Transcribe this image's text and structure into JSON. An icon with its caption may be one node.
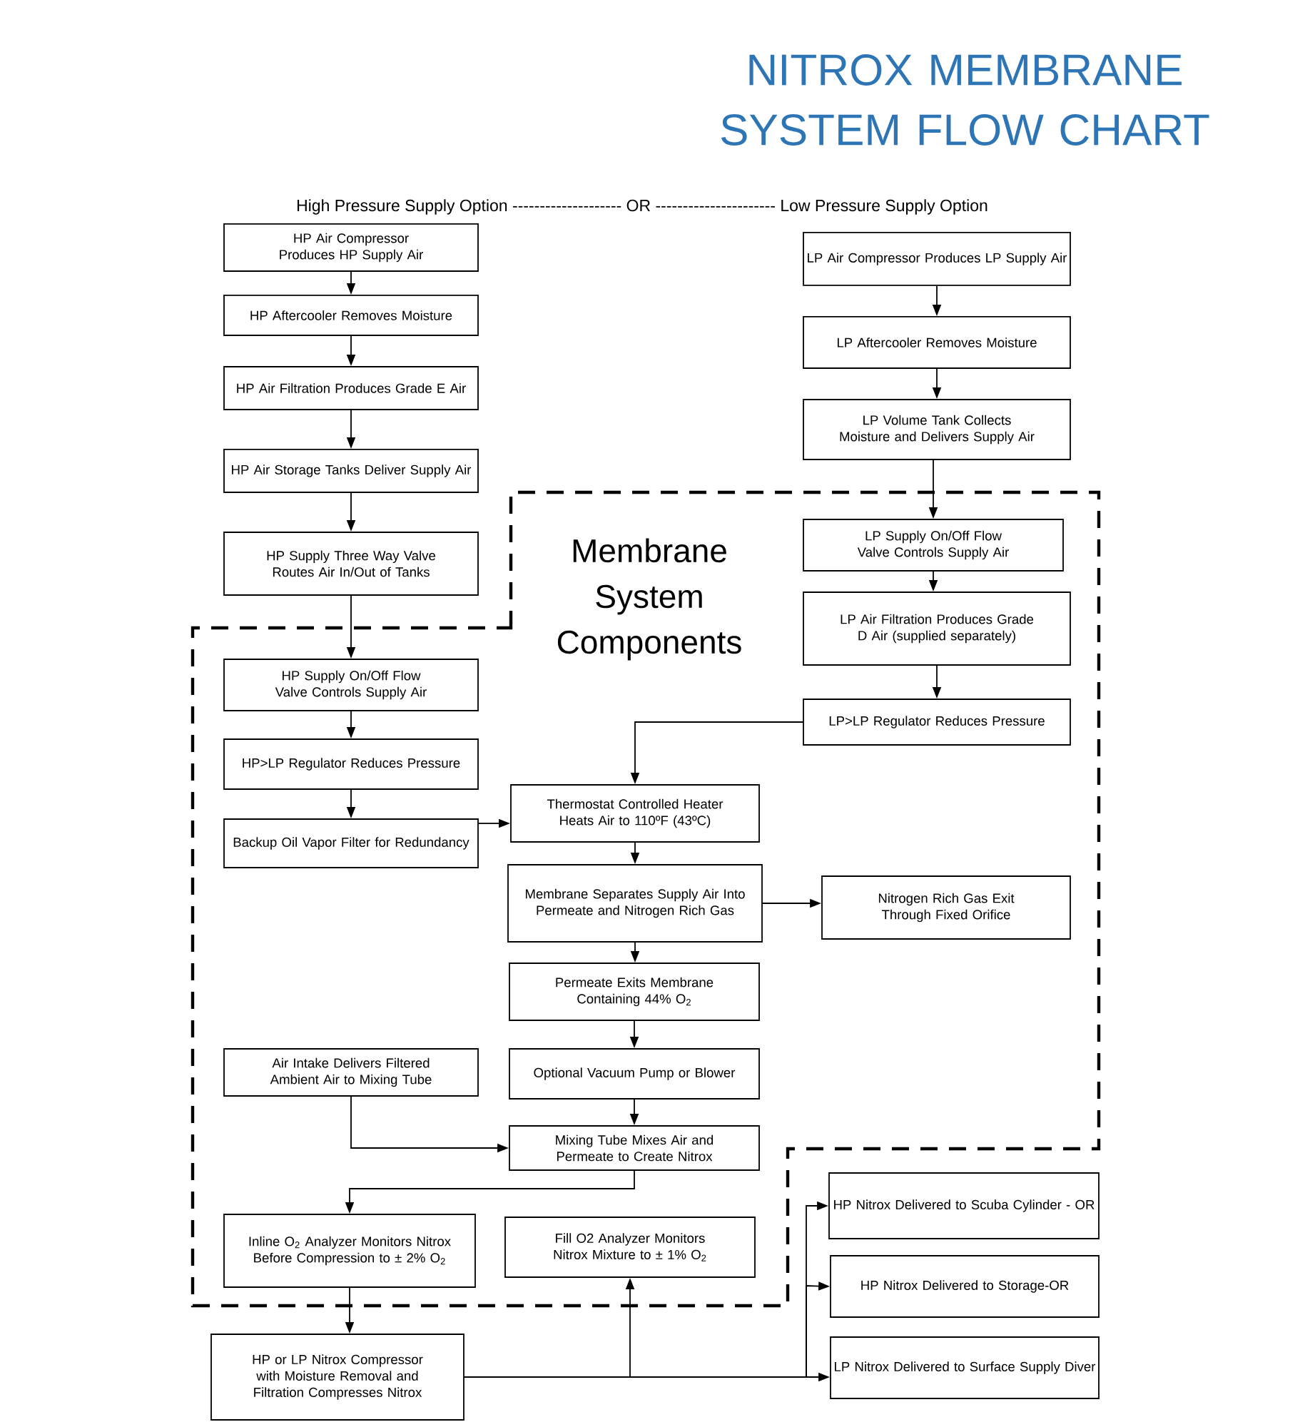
{
  "diagram": {
    "title": "NITROX MEMBRANE SYSTEM FLOW CHART",
    "nodes": [
      {
        "text": [
          "HP Air Compressor Produces HP Supply Air"
        ]
      },
      {
        "text": [
          "HP Aftercooler Removes Moisture"
        ]
      },
      {
        "text": [
          "HP Air Filtration Produces Grade E Air"
        ]
      },
      {
        "text": [
          "HP Air Storage Tanks Deliver Supply Air"
        ]
      },
      {
        "text": [
          "HP Supply Three Way Valve Routes Air In/Out of Tanks"
        ]
      },
      {
        "text": [
          "LP Air Compressor Produces LP Supply Air"
        ]
      },
      {
        "text": [
          "LP Aftercooler Removes Moisture"
        ]
      },
      {
        "text": [
          "LP Volume Tank Collects Moisture and Delivers Supply Air"
        ]
      },
      {
        "text": [
          "Membrane System Components"
        ]
      },
      {
        "text": [
          "LP Supply On/Off Flow Valve Controls Supply Air"
        ],
        "in": 8
      },
      {
        "text": [
          "LP Air Filtration Produces Grade D Air (supplied separately)"
        ],
        "in": 8
      },
      {
        "text": [
          "HP Supply On/Off Flow Valve Controls Supply Air"
        ],
        "in": 8
      },
      {
        "text": [
          "LP>LP Regulator Reduces Pressure"
        ],
        "in": 8
      },
      {
        "text": [
          "HP>LP Regulator Reduces Pressure"
        ],
        "in": 8
      },
      {
        "text": [
          "Thermostat Controlled Heater Heats Air to 110ºF (43ºC)"
        ],
        "in": 8
      },
      {
        "text": [
          "Backup Oil Vapor Filter for Redundancy"
        ],
        "in": 8
      },
      {
        "text": [
          "Membrane Separates Supply Air Into Permeate and Nitrogen Rich Gas"
        ],
        "in": 8
      },
      {
        "text": [
          "Nitrogen Rich Gas Exit Through Fixed Orifice"
        ],
        "in": 8
      },
      {
        "text": [
          "Permeate Exits Membrane Containing 44% O$_{2}$"
        ],
        "in": 8
      },
      {
        "text": [
          "Air Intake Delivers Filtered Ambient Air to Mixing Tube"
        ],
        "in": 8
      },
      {
        "text": [
          "Optional Vacuum Pump or Blower"
        ],
        "in": 8
      },
      {
        "text": [
          "Mixing Tube Mixes Air and Permeate to Create Nitrox"
        ],
        "in": 8
      },
      {
        "text": [
          "HP Nitrox Delivered to Scuba Cylinder - OR"
        ]
      },
      {
        "text": [
          "Inline O$_{2}$ Analyzer Monitors Nitrox Before Compression to ± 2% O$_{2}$"
        ],
        "in": 8
      },
      {
        "text": [
          "Fill O2 Analyzer Monitors Nitrox Mixture to ± 1% O$_{2}$"
        ],
        "in": 8
      },
      {
        "text": [
          "HP Nitrox Delivered to Storage-OR"
        ]
      },
      {
        "text": [
          "HP or LP Nitrox Compressor with Moisture Removal and Filtration Compresses Nitrox"
        ]
      },
      {
        "text": [
          "LP Nitrox Delivered to Surface Supply Diver"
        ]
      }
    ],
    "edges": [
      {
        "from": 0,
        "to": 1,
        "arrow": "to"
      },
      {
        "from": 1,
        "to": 2,
        "arrow": "to"
      },
      {
        "from": 2,
        "to": 3,
        "arrow": "to"
      },
      {
        "from": 3,
        "to": 4,
        "arrow": "to"
      },
      {
        "from": 4,
        "to": 11,
        "arrow": "to"
      },
      {
        "from": 5,
        "to": 6,
        "arrow": "to"
      },
      {
        "from": 6,
        "to": 7,
        "arrow": "to"
      },
      {
        "from": 7,
        "to": 9,
        "arrow": "to"
      },
      {
        "from": 9,
        "to": 10,
        "arrow": "to"
      },
      {
        "from": 10,
        "to": 12,
        "arrow": "to"
      },
      {
        "from": 12,
        "to": 14,
        "arrow": "to"
      },
      {
        "from": 11,
        "to": 13,
        "arrow": "to"
      },
      {
        "from": 13,
        "to": 15,
        "arrow": "to"
      },
      {
        "from": 15,
        "to": 14,
        "arrow": "to"
      },
      {
        "from": 14,
        "to": 16,
        "arrow": "to"
      },
      {
        "from": 16,
        "to": 17,
        "arrow": "to"
      },
      {
        "from": 16,
        "to": 18,
        "arrow": "to"
      },
      {
        "from": 18,
        "to": 20,
        "arrow": "to"
      },
      {
        "from": 20,
        "to": 21,
        "arrow": "to"
      },
      {
        "from": 19,
        "to": 21,
        "arrow": "to"
      },
      {
        "from": 21,
        "to": 23,
        "arrow": "to"
      },
      {
        "from": 23,
        "to": 26,
        "arrow": "to"
      },
      {
        "from": 26,
        "to": 24,
        "arrow": "to"
      },
      {
        "from": 26,
        "to": 22,
        "arrow": "to"
      },
      {
        "from": 26,
        "to": 25,
        "arrow": "to"
      },
      {
        "from": 26,
        "to": 27,
        "arrow": "to"
      }
    ],
    "labels": [
      "High Pressure Supply Option -------------------- OR ---------------------- Low Pressure Supply Option"
    ]
  }
}
